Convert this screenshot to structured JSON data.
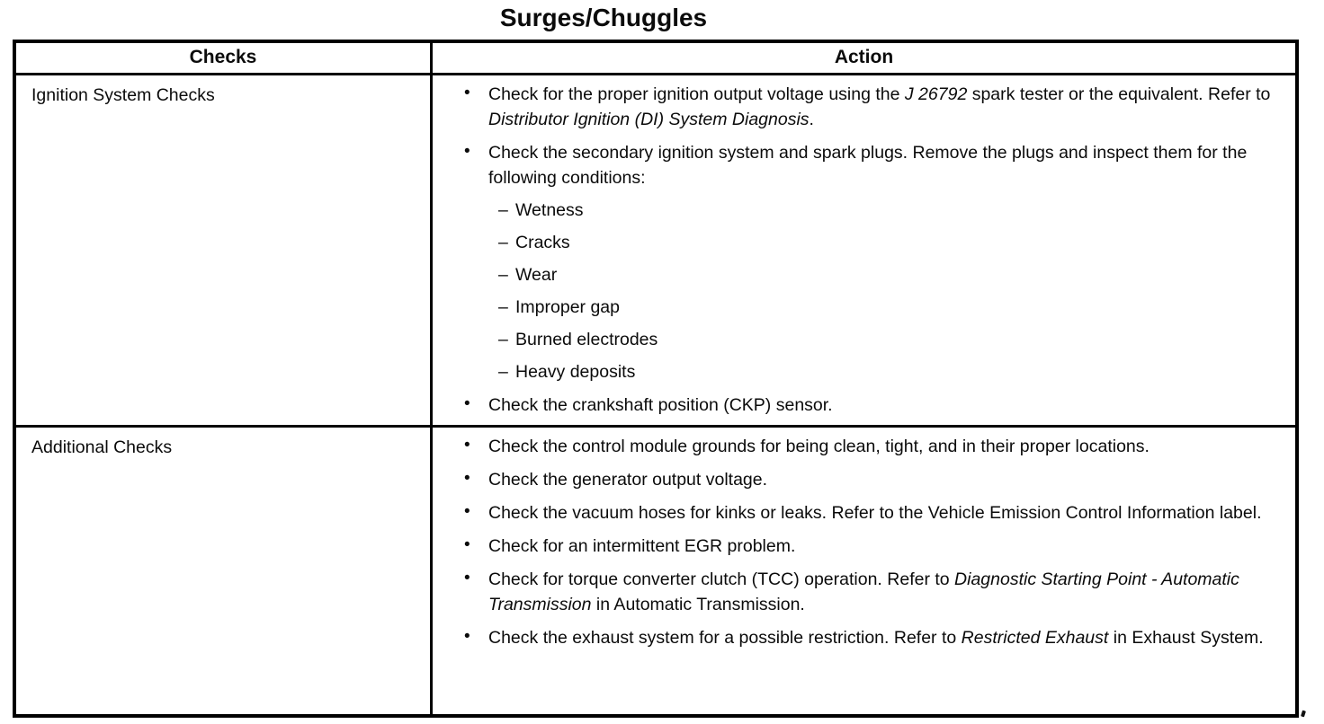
{
  "title": "Surges/Chuggles",
  "glyphs": {
    "bullet": "•",
    "dash": "–"
  },
  "table": {
    "headers": [
      "Checks",
      "Action"
    ],
    "rows": [
      {
        "check": "Ignition System Checks",
        "actions": [
          {
            "segments": [
              {
                "text": "Check for the proper ignition output voltage using the ",
                "italic": false
              },
              {
                "text": "J 26792",
                "italic": true
              },
              {
                "text": " spark tester or the equivalent. Refer to ",
                "italic": false
              },
              {
                "text": "Distributor Ignition (DI) System Diagnosis",
                "italic": true
              },
              {
                "text": ".",
                "italic": false
              }
            ]
          },
          {
            "segments": [
              {
                "text": "Check the secondary ignition system and spark plugs. Remove the plugs and inspect them for the following conditions:",
                "italic": false
              }
            ],
            "subitems": [
              "Wetness",
              "Cracks",
              "Wear",
              "Improper gap",
              "Burned electrodes",
              "Heavy deposits"
            ]
          },
          {
            "segments": [
              {
                "text": "Check the crankshaft position (CKP) sensor.",
                "italic": false
              }
            ]
          }
        ]
      },
      {
        "check": "Additional Checks",
        "actions": [
          {
            "segments": [
              {
                "text": "Check the control module grounds for being clean, tight, and in their proper locations.",
                "italic": false
              }
            ]
          },
          {
            "segments": [
              {
                "text": "Check the generator output voltage.",
                "italic": false
              }
            ]
          },
          {
            "segments": [
              {
                "text": "Check the vacuum hoses for kinks or leaks. Refer to the Vehicle Emission Control Information label.",
                "italic": false
              }
            ]
          },
          {
            "segments": [
              {
                "text": "Check for an intermittent EGR problem.",
                "italic": false
              }
            ]
          },
          {
            "segments": [
              {
                "text": "Check for torque converter clutch (TCC) operation. Refer to ",
                "italic": false
              },
              {
                "text": "Diagnostic Starting Point - Automatic Transmission",
                "italic": true
              },
              {
                "text": " in Automatic Transmission.",
                "italic": false
              }
            ]
          },
          {
            "segments": [
              {
                "text": "Check the exhaust system for a possible restriction. Refer to ",
                "italic": false
              },
              {
                "text": "Restricted Exhaust",
                "italic": true
              },
              {
                "text": " in Exhaust System.",
                "italic": false
              }
            ]
          }
        ]
      }
    ]
  }
}
